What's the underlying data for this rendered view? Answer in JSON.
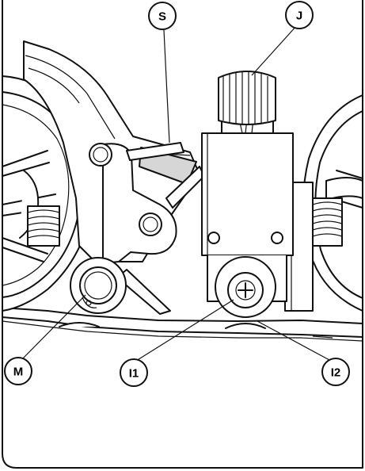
{
  "callouts": {
    "s": "S",
    "j": "J",
    "m": "M",
    "i1": "I1",
    "i2": "I2"
  }
}
